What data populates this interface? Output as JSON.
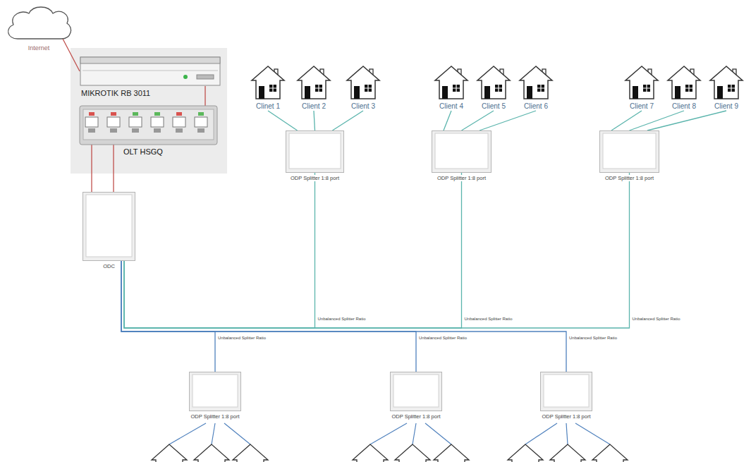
{
  "diagram": {
    "nodes": [
      {
        "text": [
          "Internet"
        ]
      },
      {
        "text": [
          "MIKROTIK RB 3011"
        ]
      },
      {
        "text": [
          "OLT HSGQ"
        ]
      },
      {
        "text": [
          "Clinet 1"
        ]
      },
      {
        "text": [
          "Client 2"
        ]
      },
      {
        "text": [
          "Client 3"
        ]
      },
      {
        "text": [
          "Client 4"
        ]
      },
      {
        "text": [
          "Client 5"
        ]
      },
      {
        "text": [
          "Client 6"
        ]
      },
      {
        "text": [
          "Client 7"
        ]
      },
      {
        "text": [
          "Client 8"
        ]
      },
      {
        "text": [
          "Client 9"
        ]
      },
      {
        "text": [
          "ODP Splitter 1:8 port"
        ]
      },
      {
        "text": [
          "ODP Splitter 1:8 port"
        ]
      },
      {
        "text": [
          "ODP Splitter 1:8 port"
        ]
      },
      {
        "text": [
          "ODC"
        ]
      },
      {
        "text": [
          "ODP Splitter 1:8 port"
        ]
      },
      {
        "text": [
          "ODP Splitter 1:8 port"
        ]
      },
      {
        "text": [
          "ODP Splitter 1:8 port"
        ]
      }
    ],
    "edges": [
      {
        "from": 0,
        "to": 1,
        "arrow": "none"
      },
      {
        "from": 1,
        "to": 2,
        "arrow": "none"
      },
      {
        "from": 2,
        "to": 15,
        "arrow": "none"
      },
      {
        "from": 2,
        "to": 15,
        "arrow": "none"
      },
      {
        "from": 15,
        "to": 12,
        "label": "Unbalanced Splitter Ratio",
        "arrow": "none"
      },
      {
        "from": 15,
        "to": 13,
        "label": "Unbalanced Splitter Ratio",
        "arrow": "none"
      },
      {
        "from": 15,
        "to": 14,
        "label": "Unbalanced Splitter Ratio",
        "arrow": "none"
      },
      {
        "from": 15,
        "to": 16,
        "label": "Unbalanced Splitter Ratio",
        "arrow": "none"
      },
      {
        "from": 15,
        "to": 17,
        "label": "Unbalanced Splitter Ratio",
        "arrow": "none"
      },
      {
        "from": 15,
        "to": 18,
        "label": "Unbalanced Splitter Ratio",
        "arrow": "none"
      },
      {
        "from": 12,
        "to": 3,
        "arrow": "none"
      },
      {
        "from": 12,
        "to": 4,
        "arrow": "none"
      },
      {
        "from": 12,
        "to": 5,
        "arrow": "none"
      },
      {
        "from": 13,
        "to": 6,
        "arrow": "none"
      },
      {
        "from": 13,
        "to": 7,
        "arrow": "none"
      },
      {
        "from": 13,
        "to": 8,
        "arrow": "none"
      },
      {
        "from": 14,
        "to": 9,
        "arrow": "none"
      },
      {
        "from": 14,
        "to": 10,
        "arrow": "none"
      },
      {
        "from": 14,
        "to": 11,
        "arrow": "none"
      }
    ]
  }
}
